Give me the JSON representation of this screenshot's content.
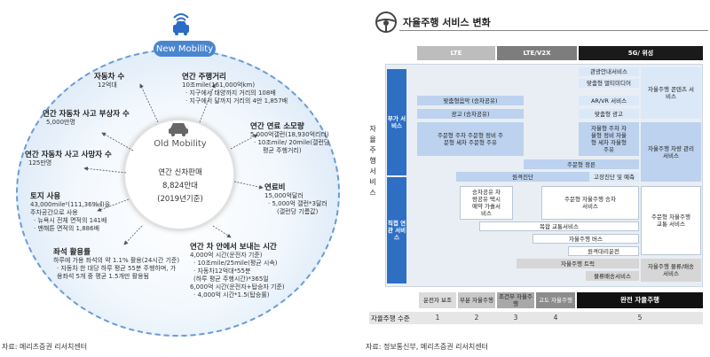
{
  "left": {
    "brand": "New Mobility",
    "old_mobility": "Old Mobility",
    "center": {
      "title": "연간 신차판매",
      "value": "8,824만대",
      "year": "(2019년기준)"
    },
    "items": {
      "cars": {
        "label": "자동차 수",
        "sub": [
          "12억대"
        ]
      },
      "distance": {
        "label": "연간 주행거리",
        "sub": [
          "10조mile(161,000억km)",
          "· 지구에서 태양까지 거리의 108배",
          "· 지구에서 달까지 거리의 4만 1,857배"
        ]
      },
      "injured": {
        "label": "연간 자동차 사고 부상자 수",
        "sub": [
          "5,000만명"
        ]
      },
      "fuel": {
        "label": "연간 연료 소모량",
        "sub": [
          "5,000억갤런(18,930억리터)",
          "· 10조mile/ 20mile(갤런당",
          "평균 주행거리)"
        ]
      },
      "deaths": {
        "label": "연간 자동차 사고 사망자 수",
        "sub": [
          "125만명"
        ]
      },
      "fuelcost": {
        "label": "연료비",
        "sub": [
          "15,000억달러",
          "· 5,000억 갤런*3달러",
          "(갤런당 기름값)"
        ]
      },
      "land": {
        "label": "토지 사용",
        "sub": [
          "43,000mile²(111,369㎢)을",
          "주차공간으로 사용",
          "· 뉴욕시 전체 면적의 141배",
          "· 맨해튼 면적의 1,886배"
        ]
      },
      "time": {
        "label": "연간 차 안에서 보내는 시간",
        "sub": [
          "4,000억 시간(운전자 기준)",
          "· 10조mile/25mile(평균 시속)",
          "· 자동차12억대*55분",
          "(하루 평균 주행시간)*365일",
          "6,000억 시간(운전자+탑승자 기준)",
          "· 4,000억 시간*1.5(탑승률)"
        ]
      },
      "utilization": {
        "label": "좌석 활용률",
        "sub": [
          "하루에 가용 좌석의 약 1.1% 활용(24시간 기준)",
          "· 자동차 한 대당 하루 평균 55분 주행하며, 가",
          "용좌석 5개 중 평균 1.5개만 활용됨"
        ]
      }
    },
    "source": "자료: 메리츠증권 리서치센터"
  },
  "right": {
    "title": "자율주행 서비스 변화",
    "headers": [
      "LTE",
      "LTE/V2X",
      "5G/ 위성"
    ],
    "vertical_label": "자율주행 서비스",
    "side_boxes": [
      {
        "label": "부가 서비스"
      },
      {
        "label": "직접 연관 서비스"
      }
    ],
    "cells": {
      "c1": "관광안내서비스",
      "c2": "맞춤형 멀티미디어",
      "c3": "맞춤형음악 (승차공유)",
      "c4": "AR/VR 서비스",
      "c5": "광고 (승차공유)",
      "c6": "맞춤형 광고",
      "c7": "주문형 주차 주문형 정비 주문형 세차 주문형 주유",
      "c8": "자율형 주차 자율형 정비 자율형 세차 자율형 주유",
      "c9": "주문형 정른",
      "c10": "원격진단",
      "c11": "고장진단 및 예측",
      "c12": "승차공유 차량공유 택시예약 가솔서비스",
      "c13": "주문형 자율주행 승차서비스",
      "c14": "복합 교통서비스",
      "c15": "자율주행 버스",
      "c16": "원격대리운전",
      "c17": "자율주행 트럭",
      "c18": "물류배송서비스",
      "r1": "자율주행 콘텐츠 서비스",
      "r2": "자율주행 차량 관리 서비스",
      "r3": "주문형 자율주행 교통 서비스",
      "r4": "자율주행 물류/배송 서비스"
    },
    "levels": {
      "label": "자율주행 수준",
      "boxes": [
        "운전자 보조",
        "부분 자율주행",
        "조건부 자율주행",
        "고도 자율주행",
        "완전 자율주행"
      ],
      "numbers": [
        "1",
        "2",
        "3",
        "4",
        "5"
      ]
    },
    "source": "자료: 정보통신부, 메리츠증권 리서치센터"
  }
}
